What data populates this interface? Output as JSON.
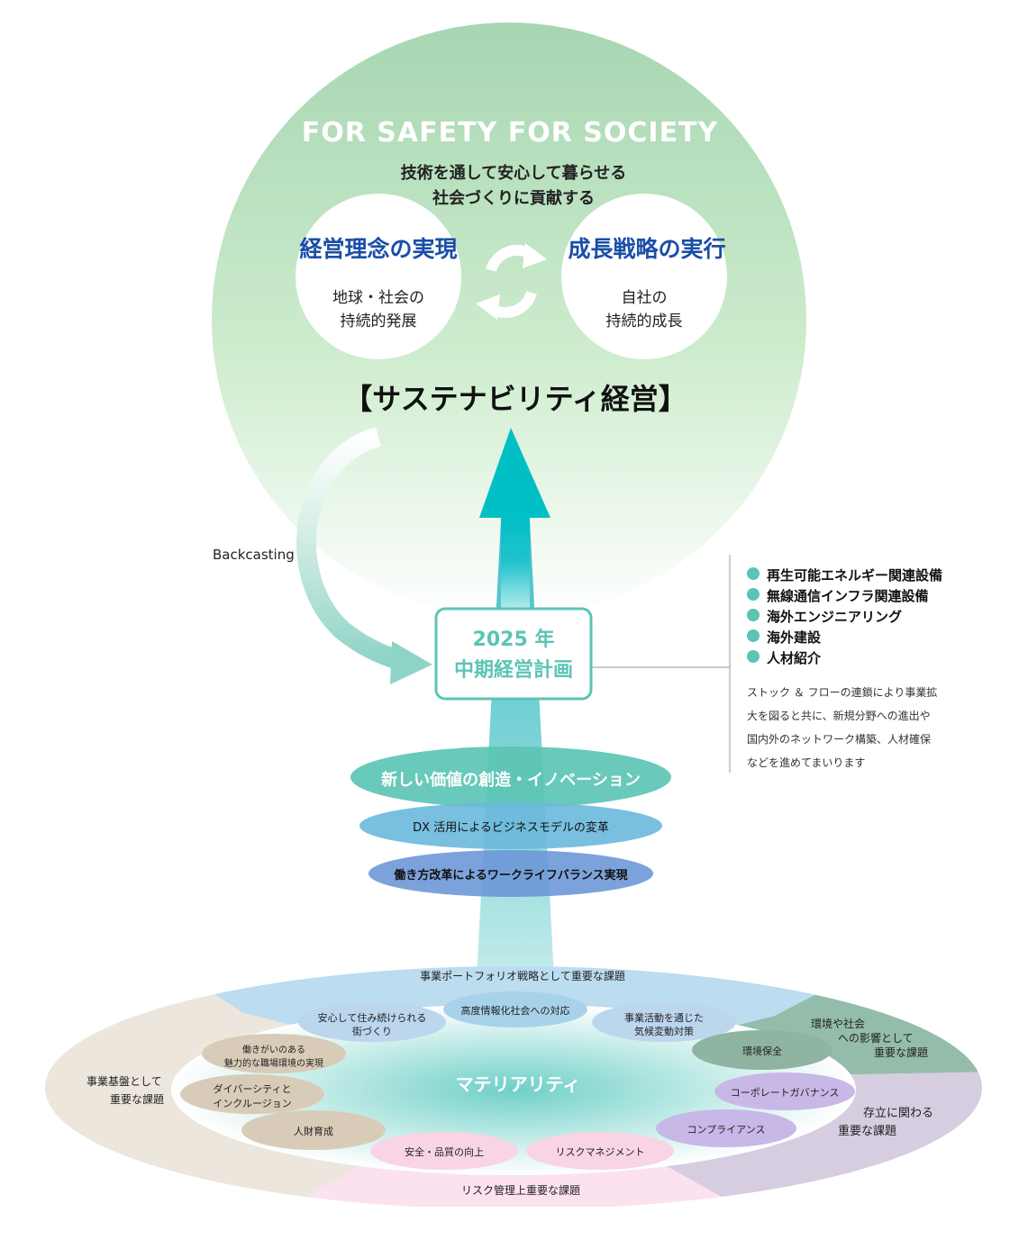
{
  "top": {
    "slogan": "FOR SAFETY  FOR SOCIETY",
    "mission_line1": "技術を通して安心して暮らせる",
    "mission_line2": "社会づくりに貢献する",
    "left_heading": "経営理念の実現",
    "left_circle_line1": "地球・社会の",
    "left_circle_line2": "持続的発展",
    "right_heading": "成長戦略の実行",
    "right_circle_line1": "自社の",
    "right_circle_line2": "持続的成長",
    "title": "【サステナビリティ経営】"
  },
  "backcasting_label": "Backcasting",
  "plan": {
    "year": "2025 年",
    "name": "中期経営計画"
  },
  "initiatives": {
    "items": [
      "再生可能エネルギー関連設備",
      "無線通信インフラ関連設備",
      "海外エンジニアリング",
      "海外建設",
      "人材紹介"
    ],
    "description_lines": [
      "ストック ＆ フローの連鎖により事業拡",
      "大を図ると共に、新規分野への進出や",
      "国内外のネットワーク構築、人材確保",
      "などを進めてまいります"
    ]
  },
  "themes": {
    "innovation": "新しい価値の創造・イノベーション",
    "dx": "DX 活用によるビジネスモデルの変革",
    "worklife": "働き方改革によるワークライフバランス実現"
  },
  "materiality": {
    "center": "マテリアリティ",
    "sectors": {
      "portfolio": "事業ポートフォリオ戦略として重要な課題",
      "base_line1": "事業基盤として",
      "base_line2": "重要な課題",
      "env_line1": "環境や社会",
      "env_line2": "への影響として",
      "env_line3": "重要な課題",
      "survival_line1": "存立に関わる",
      "survival_line2": "重要な課題",
      "risk": "リスク管理上重要な課題"
    },
    "pills": {
      "town_line1": "安心して住み続けられる",
      "town_line2": "街づくり",
      "info_society": "高度情報化社会への対応",
      "climate_line1": "事業活動を通じた",
      "climate_line2": "気候変動対策",
      "workplace_line1": "働きがいのある",
      "workplace_line2": "魅力的な職場環境の実現",
      "diversity_line1": "ダイバーシティと",
      "diversity_line2": "インクルージョン",
      "hr": "人財育成",
      "env_protect": "環境保全",
      "governance": "コーポレートガバナンス",
      "compliance": "コンプライアンス",
      "safety": "安全・品質の向上",
      "risk_mgmt": "リスクマネジメント"
    }
  },
  "colors": {
    "heading_blue": "#1a4ea8",
    "teal": "#5cc4b4",
    "arrow": "#12c4cc"
  }
}
